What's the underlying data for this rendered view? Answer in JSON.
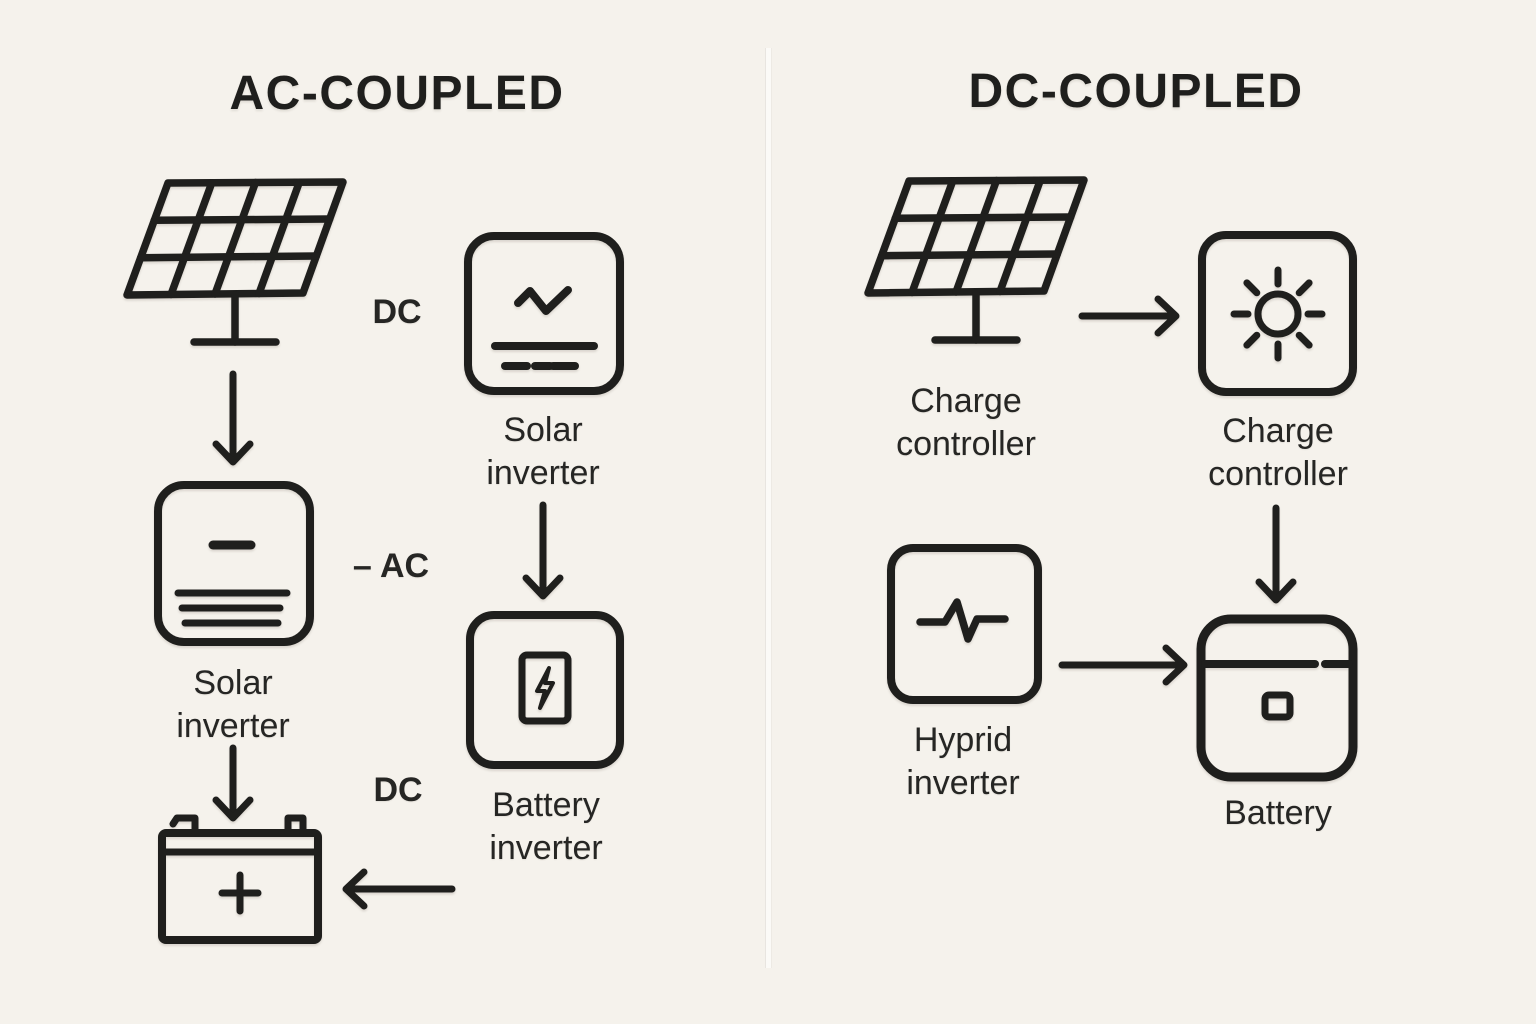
{
  "colors": {
    "background": "#f5f2ec",
    "ink": "#1f1f1d",
    "text": "#262624",
    "divider": "#fbfaf7"
  },
  "ac": {
    "title": "AC-COUPLED",
    "labels": {
      "dc_top": "DC",
      "solar_inverter_top": "Solar inverter",
      "ac": "– AC",
      "solar_inverter_left": "Solar inverter",
      "dc_bottom": "DC",
      "battery_inverter": "Battery inverter"
    },
    "icons": [
      "solar-panel-icon",
      "solar-inverter-icon",
      "solar-inverter-wave-icon",
      "battery-inverter-icon",
      "car-battery-icon"
    ]
  },
  "dc": {
    "title": "DC-COUPLED",
    "labels": {
      "charge_controller_panel": "Charge controller",
      "charge_controller_unit": "Charge controller",
      "hybrid_inverter": "Hyprid inverter",
      "battery": "Battery"
    },
    "icons": [
      "solar-panel-icon",
      "charge-controller-sun-icon",
      "hybrid-inverter-pulse-icon",
      "battery-box-icon"
    ]
  }
}
